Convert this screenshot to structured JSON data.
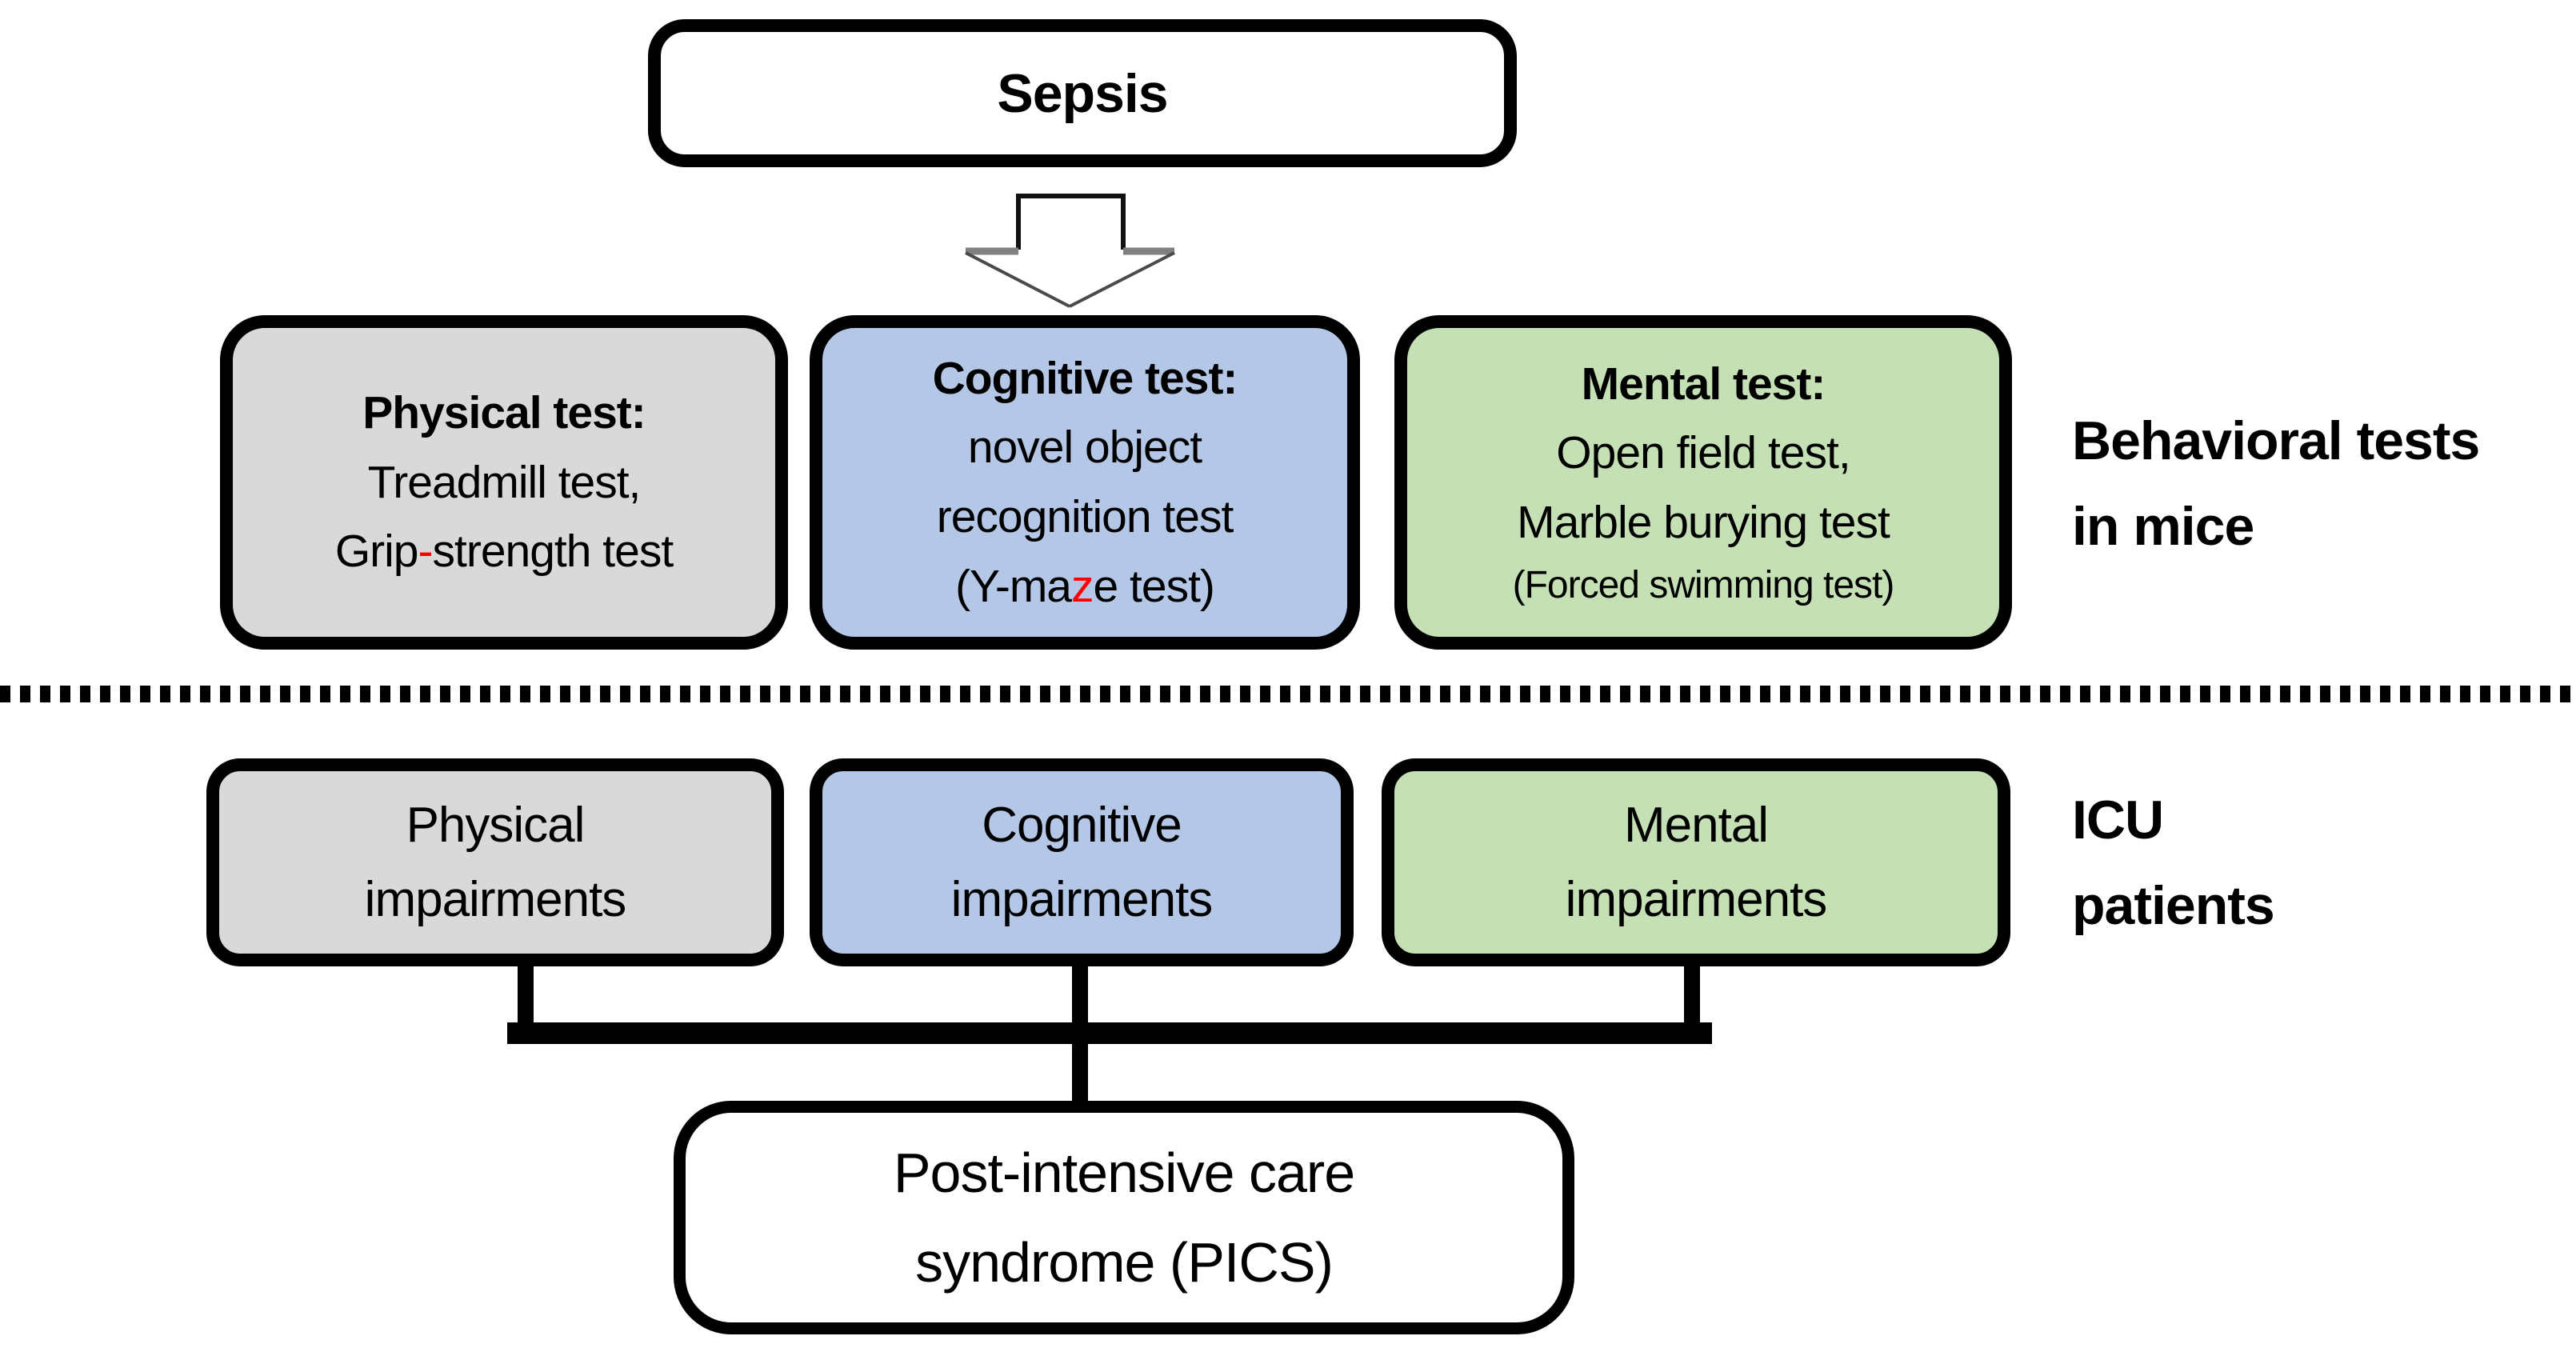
{
  "top_box": {
    "label": "Sepsis"
  },
  "row1_boxes": {
    "physical": {
      "title": "Physical test:",
      "line1": "Treadmill test,",
      "line2_pre": "Grip",
      "line2_hyphen": "-",
      "line2_post": "strength test"
    },
    "cognitive": {
      "title": "Cognitive test:",
      "line1": "novel object",
      "line2": "recognition test",
      "line3_pre": "(Y-ma",
      "line3_red": "z",
      "line3_post": "e test)"
    },
    "mental": {
      "title": "Mental test:",
      "line1": "Open field test,",
      "line2": "Marble burying test",
      "line3": "(Forced swimming test)"
    }
  },
  "row2_boxes": {
    "physical": {
      "line1": "Physical",
      "line2": "impairments"
    },
    "cognitive": {
      "line1": "Cognitive",
      "line2": "impairments"
    },
    "mental": {
      "line1": "Mental",
      "line2": "impairments"
    }
  },
  "side_labels": {
    "mice_line1": "Behavioral tests",
    "mice_line2": "in mice",
    "icu_line1": "ICU",
    "icu_line2": "patients"
  },
  "bottom_box": {
    "line1": "Post-intensive care",
    "line2": "syndrome (PICS)"
  },
  "colors": {
    "physical_gray": "#D9D9D9",
    "cognitive_blue": "#B4C7E7",
    "mental_green": "#C5E0B4",
    "accent_red": "#FF0000",
    "line_black": "#000000",
    "arrow_outline_gray": "#4a4a4a",
    "arrow_ledge_gray": "#808080"
  }
}
